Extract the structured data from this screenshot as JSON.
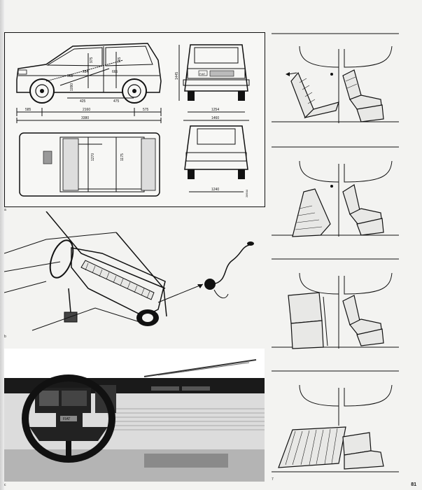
{
  "dimensions": {
    "side": {
      "front_overhang": "585",
      "wheelbase": "2160",
      "rear_overhang": "575",
      "overall_length": "3380",
      "d1": "975",
      "d2": "765",
      "d3": "665",
      "d4": "425",
      "d5": "475",
      "d6": "284",
      "d7": "568",
      "d8": "1090",
      "d9": "1445"
    },
    "front": {
      "height": "1445",
      "track": "1254",
      "width": "1460"
    },
    "rear": {
      "track": "1240",
      "code": "28644"
    },
    "top": {
      "w1": "1270",
      "w2": "1175"
    }
  },
  "badges": {
    "front_grille": "FIAT",
    "steering_hub": "FIAT"
  },
  "markers": {
    "panel_a": "a",
    "panel_b": "b",
    "panel_c": "c",
    "panel_seat": "7"
  },
  "page_number": "81"
}
